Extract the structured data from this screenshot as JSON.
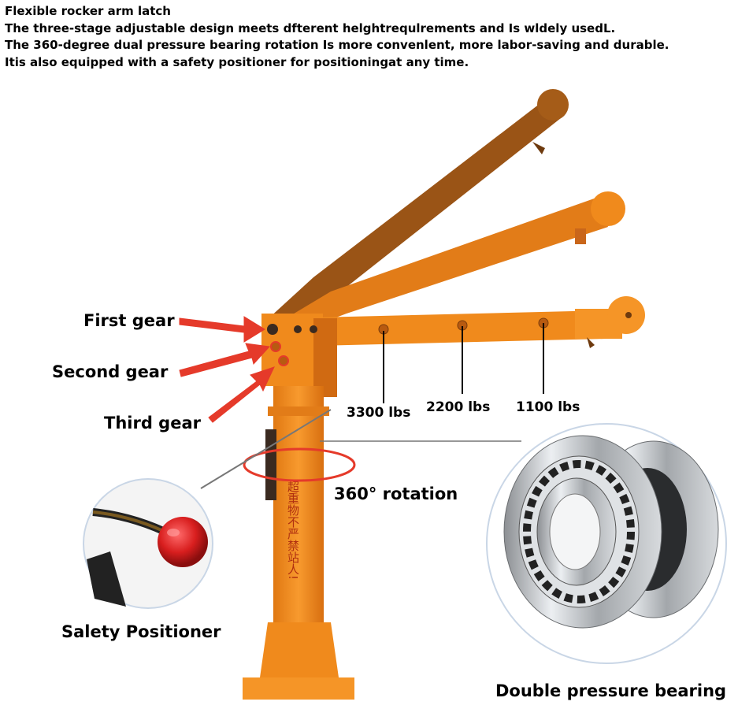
{
  "header": {
    "line1": "Flexible rocker arm latch",
    "line2": "The three-stage adjustable design meets dfterent helghtrequlrements and Is wldely usedL.",
    "line3": "The 360-degree dual pressure bearing rotation Is more convenlent, more labor-saving and durable.",
    "line4": "Itis also equipped with a safety positioner for positioningat any time."
  },
  "labels": {
    "first_gear": "First gear",
    "second_gear": "Second gear",
    "third_gear": "Third gear",
    "load1": "3300 lbs",
    "load2": "2200 lbs",
    "load3": "1100 lbs",
    "rotation": "360° rotation",
    "positioner": "Salety Positioner",
    "bearing": "Double pressure bearing"
  },
  "colors": {
    "crane_orange": "#f08a1c",
    "crane_dark": "#8a4a12",
    "arrow_red": "#e53a2a",
    "ring_red": "#e53a2a"
  }
}
